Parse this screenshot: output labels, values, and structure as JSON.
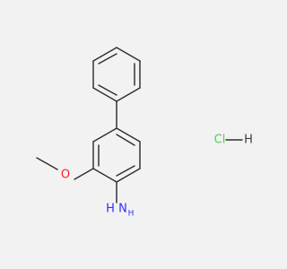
{
  "structure": {
    "atoms": {
      "oxygen": "O",
      "amine_n": "N",
      "amine_h": "H",
      "amine_h2": "H",
      "salt_cl": "Cl",
      "salt_h": "H"
    },
    "colors": {
      "bond": "#2f2f2f",
      "oxygen": "#ff1f1f",
      "nitrogen": "#2f2fff",
      "chlorine": "#4ed14e",
      "hydrogen": "#3d3d3d"
    }
  }
}
